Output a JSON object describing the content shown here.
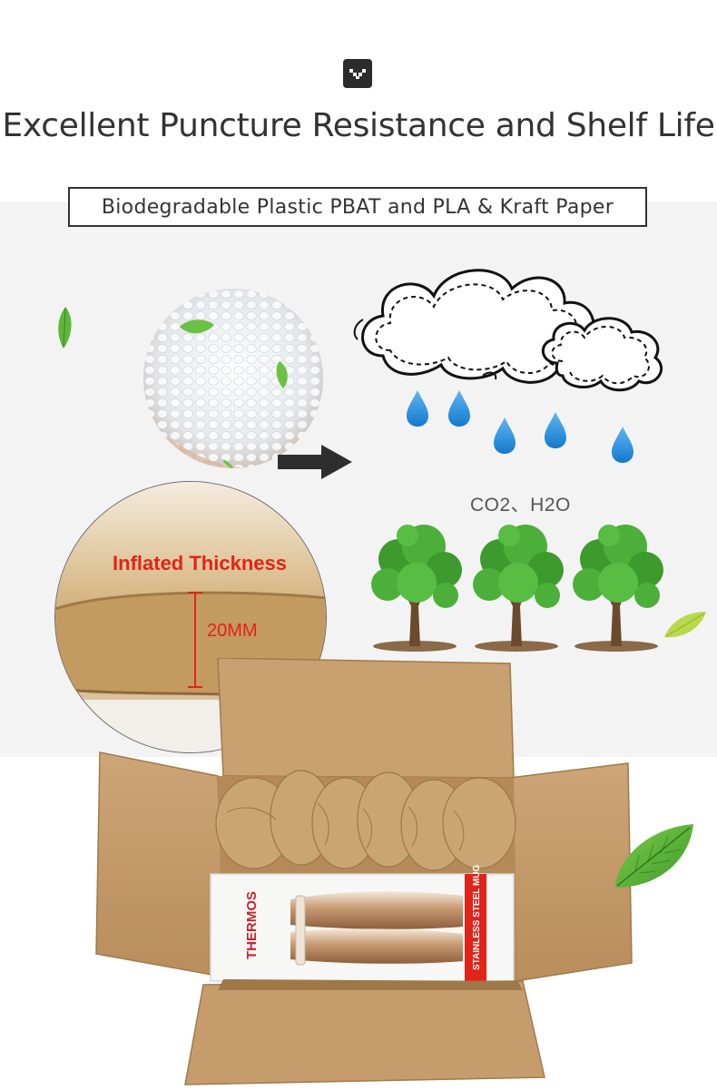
{
  "header": {
    "icon": "chevron-down-icon",
    "title": "Excellent Puncture Resistance and Shelf Life"
  },
  "material": {
    "label": "Biodegradable Plastic PBAT and PLA & Kraft Paper"
  },
  "illustration": {
    "thickness_label": "Inflated Thickness",
    "thickness_value": "20MM",
    "decomposition_label": "CO2、H2O"
  },
  "package": {
    "brand": "THERMOS",
    "product_type": "STAINLESS STEEL MUG"
  },
  "colors": {
    "accent_red": "#e2231a",
    "text_dark": "#333333",
    "kraft": "#c49a64",
    "water_blue": "#1c8fe0",
    "leaf_green": "#4caf3a"
  }
}
